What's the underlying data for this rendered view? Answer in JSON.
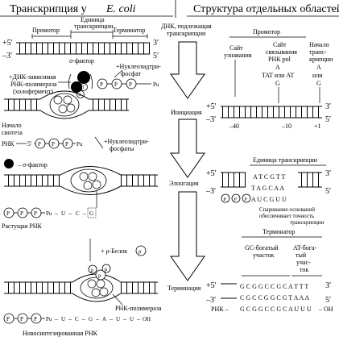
{
  "left_panel": {
    "title": "Транскрипция у",
    "title_italic": "E. coli",
    "stage1": {
      "labels": {
        "unit_1": "Единица",
        "unit_2": "транскрипции",
        "promoter": "Промотор",
        "terminator": "Терминатор",
        "plus5": "+5′",
        "plus3": "3′",
        "minus3": "–3′",
        "minus5": "5′"
      },
      "enzyme_1": "+ДНК-зависимая",
      "enzyme_2": "РНК-полимераза",
      "enzyme_3": "(холофермент)",
      "sigma": "σ-фактор",
      "beta": "β",
      "betaprime": "β′",
      "alpha": "α",
      "ntp_1": "+Нуклеозидтри-",
      "ntp_2": "фосфат",
      "p": "P",
      "pu": "Pu"
    },
    "stage2": {
      "start_1": "Начало",
      "start_2": "синтеза",
      "start_3": "РНК",
      "five": "5′",
      "ntp_1": "+Нуклеозидтри-",
      "ntp_2": "фосфаты",
      "sigma_minus": "– σ-фактор"
    },
    "stage3": {
      "rna_seq": [
        "Pu",
        "U",
        "C",
        "G"
      ],
      "growing": "Растущая РНК"
    },
    "stage4": {
      "rho": "+ ρ-Белок",
      "rho_sym": "ρ",
      "rna_seq": [
        "Pu",
        "U",
        "C",
        "G",
        "A",
        "U",
        "U",
        "OH"
      ],
      "polymerase": "РНК-полимераза",
      "new_rna": "Новосинтезированная РНК"
    }
  },
  "middle": {
    "dna_1": "ДНК, подлежащая",
    "dna_2": "транскрипции",
    "initiation": "Инициация",
    "elongation": "Элонгация",
    "termination": "Терминация"
  },
  "right_panel": {
    "title": "Структура отдельных областей",
    "promoter": "Промотор",
    "site1_1": "Сайт",
    "site1_2": "узнавания",
    "site2": [
      "Сайт",
      "связывания",
      "РНК pol",
      "A",
      "TAT или AT",
      "G"
    ],
    "site3": [
      "Начало",
      "транс-",
      "крипции",
      "A",
      "или",
      "G"
    ],
    "ticks": [
      "–40",
      "–10",
      "+1"
    ],
    "plus5": "+5′",
    "plus3": "3′",
    "minus3": "–3′",
    "minus5": "5′",
    "unit": "Единица транскрипции",
    "seq_top": "A T C G T T",
    "seq_bottom": "T A G C A A",
    "rna_seq": "A U C G U U",
    "pairing_1": "Спаривание оснований",
    "pairing_2": "обеспечивает точность",
    "pairing_3": "транскрипции",
    "terminator": "Терминатор",
    "gc_1": "GC-богатый",
    "gc_2": "участок",
    "at_1": "AT-бога-",
    "at_2": "тый",
    "at_3": "учас-",
    "at_4": "ток",
    "term_top": "G C G G C C G C A T T T",
    "term_bottom": "C G C C G G C G T A A A",
    "rna_label": "РНК –",
    "rna_term": "G C G G C C G C A U U U",
    "oh": "– OH"
  },
  "colors": {
    "line": "#000000",
    "fill": "#ffffff",
    "sigma": "#000000"
  }
}
